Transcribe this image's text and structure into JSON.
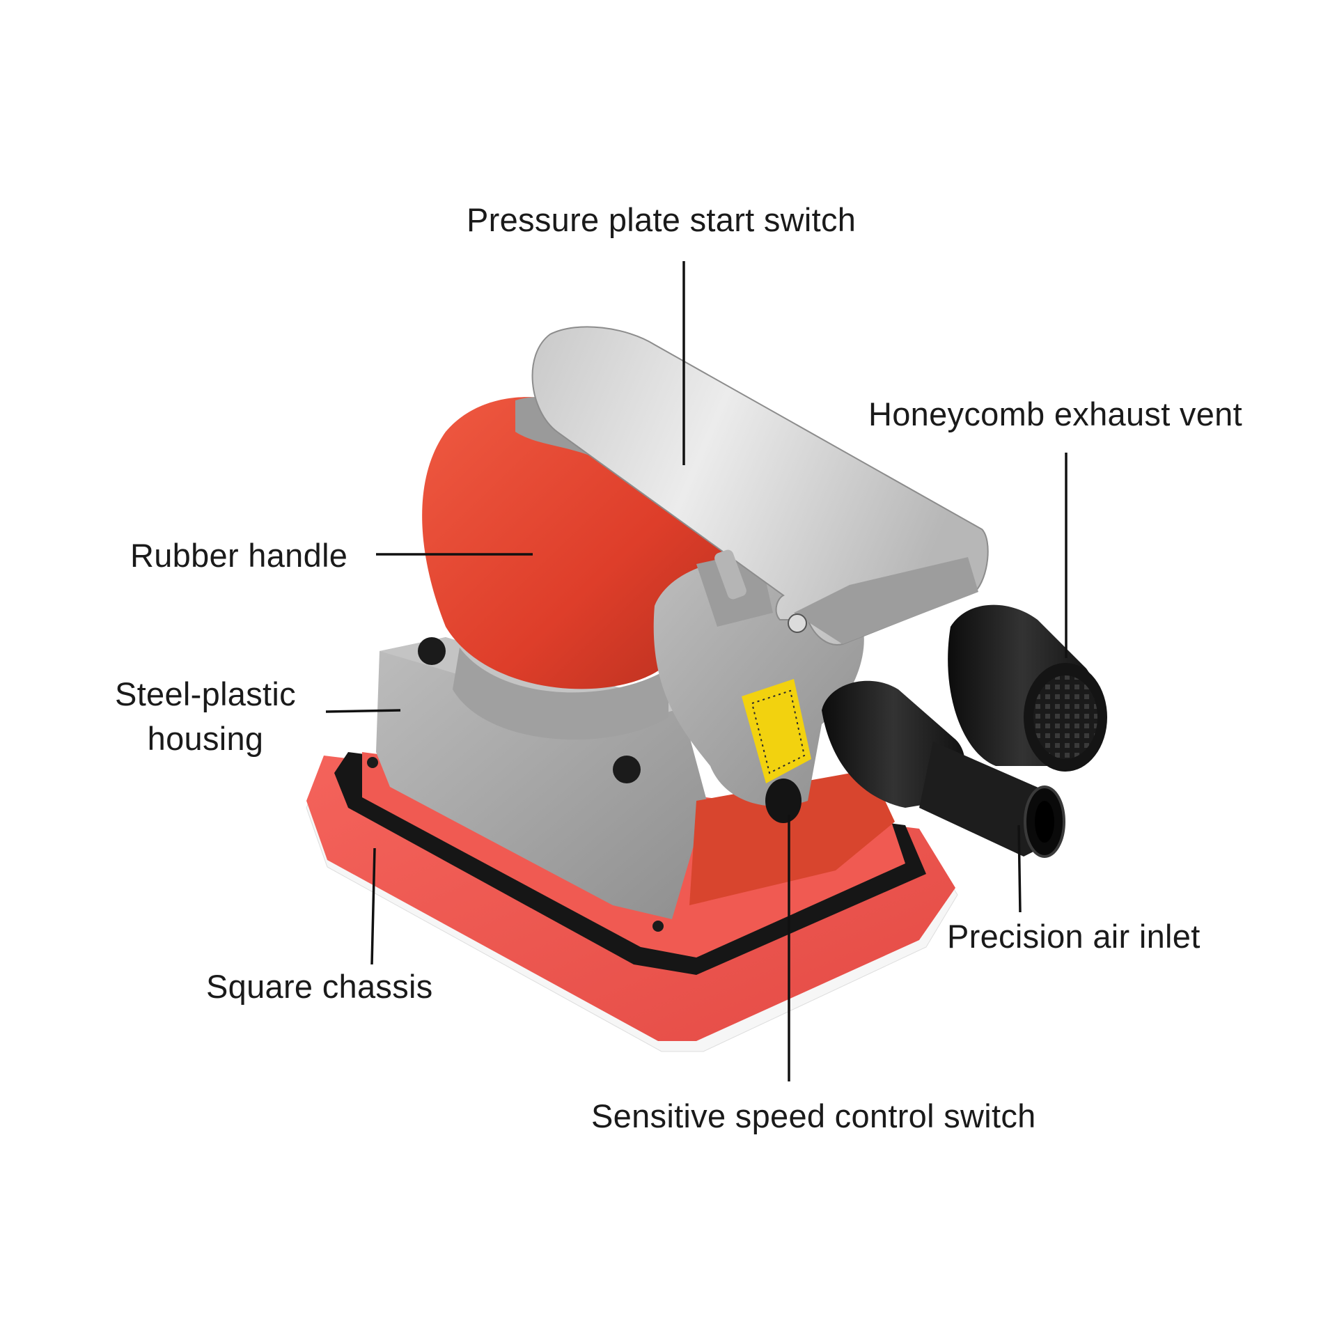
{
  "labels": {
    "pressure_plate": "Pressure plate start switch",
    "honeycomb_vent": "Honeycomb exhaust vent",
    "rubber_handle": "Rubber handle",
    "steel_plastic_line1": "Steel-plastic",
    "steel_plastic_line2": "housing",
    "square_chassis": "Square chassis",
    "precision_inlet": "Precision air inlet",
    "speed_switch": "Sensitive speed control switch"
  },
  "colors": {
    "rubber_red": "#e0412e",
    "pad_red": "#f0564f",
    "housing_grey": "#a8a8a8",
    "chrome": "#d4d4d4",
    "black_fittings": "#1c1c1c",
    "caution_yellow": "#f2d20f",
    "leader_lines": "#111111"
  },
  "icons": {
    "product": "pneumatic-orbital-sander-photo"
  }
}
